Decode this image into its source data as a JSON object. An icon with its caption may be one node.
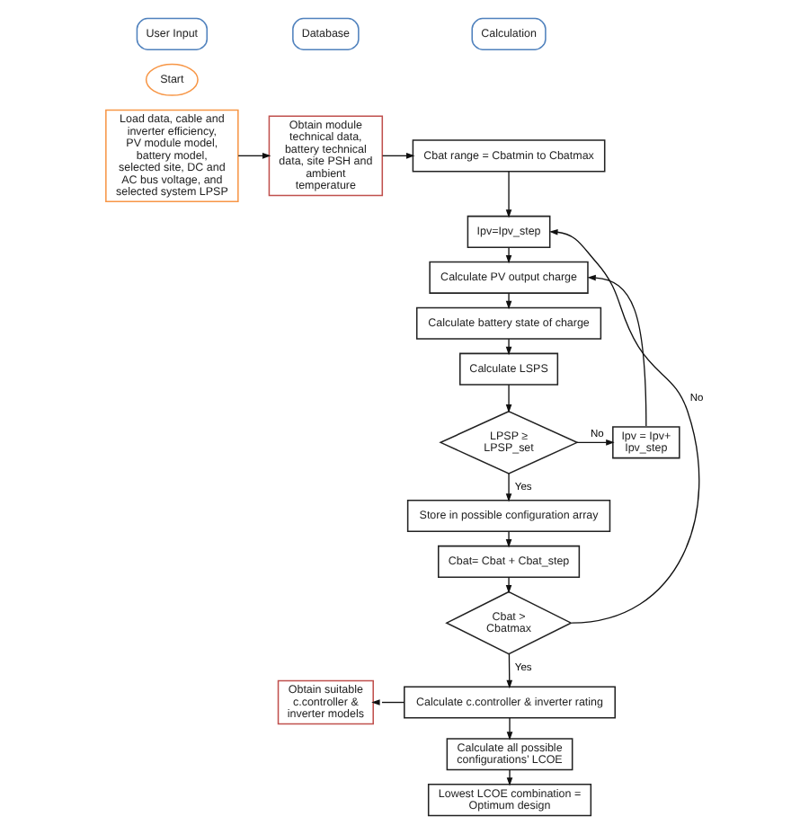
{
  "diagram": {
    "nodes": [
      {
        "text": [
          "User Input"
        ]
      },
      {
        "text": [
          "Database"
        ]
      },
      {
        "text": [
          "Calculation"
        ]
      },
      {
        "text": [
          "Start"
        ]
      },
      {
        "text": [
          "Load data, cable and inverter efficiency, PV module model, battery model, selected site, DC and AC bus voltage, and selected system LPSP"
        ]
      },
      {
        "text": [
          "Obtain module technical data, battery technical data, site PSH and ambient temperature"
        ]
      },
      {
        "text": [
          "Cbat range = Cbatmin to Cbatmax"
        ]
      },
      {
        "text": [
          "Ipv=Ipv_step"
        ]
      },
      {
        "text": [
          "Calculate PV output charge"
        ]
      },
      {
        "text": [
          "Calculate battery state of charge"
        ]
      },
      {
        "text": [
          "Calculate LSPS"
        ]
      },
      {
        "text": [
          "LPSP ≥ LPSP_set"
        ]
      },
      {
        "text": [
          "Ipv = Ipv+ Ipv_step"
        ]
      },
      {
        "text": [
          "Store in possible configuration array"
        ]
      },
      {
        "text": [
          "Cbat= Cbat + Cbat_step"
        ]
      },
      {
        "text": [
          "Cbat > Cbatmax"
        ]
      },
      {
        "text": [
          "Obtain suitable c.controller & inverter models"
        ]
      },
      {
        "text": [
          "Calculate c.controller & inverter rating"
        ]
      },
      {
        "text": [
          "Calculate all possible configurations’ LCOE"
        ]
      },
      {
        "text": [
          "Lowest LCOE combination = Optimum design"
        ]
      }
    ],
    "edges": [
      {
        "from": 4,
        "to": 5,
        "arrow": "to"
      },
      {
        "from": 5,
        "to": 6,
        "arrow": "to"
      },
      {
        "from": 6,
        "to": 7,
        "arrow": "to"
      },
      {
        "from": 7,
        "to": 8,
        "arrow": "to"
      },
      {
        "from": 8,
        "to": 9,
        "arrow": "to"
      },
      {
        "from": 9,
        "to": 10,
        "arrow": "to"
      },
      {
        "from": 10,
        "to": 11,
        "arrow": "to"
      },
      {
        "from": 11,
        "to": 12,
        "label": "No",
        "arrow": "to"
      },
      {
        "from": 12,
        "to": 8,
        "arrow": "to"
      },
      {
        "from": 11,
        "to": 13,
        "label": "Yes",
        "arrow": "to"
      },
      {
        "from": 13,
        "to": 14,
        "arrow": "to"
      },
      {
        "from": 14,
        "to": 15,
        "arrow": "to"
      },
      {
        "from": 15,
        "to": 7,
        "label": "No",
        "arrow": "to"
      },
      {
        "from": 15,
        "to": 17,
        "label": "Yes",
        "arrow": "to"
      },
      {
        "from": 17,
        "to": 16,
        "arrow": "to"
      },
      {
        "from": 17,
        "to": 18,
        "arrow": "to"
      },
      {
        "from": 18,
        "to": 19,
        "arrow": "to"
      }
    ]
  }
}
